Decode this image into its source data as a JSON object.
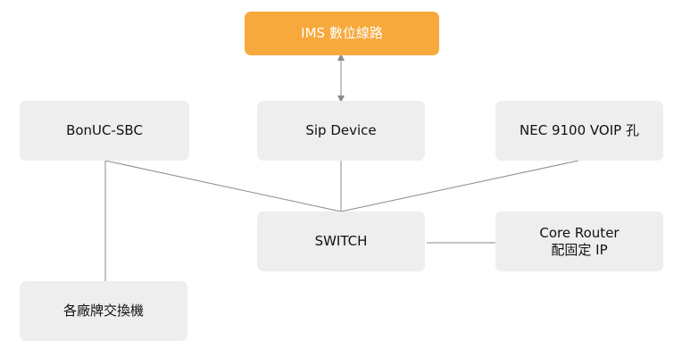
{
  "colors": {
    "node_fill": "#eeeeee",
    "accent_fill": "#f7a93c",
    "accent_text": "#ffffff",
    "text": "#111111",
    "line": "#8a8a8a"
  },
  "nodes": {
    "ims": {
      "label": "IMS 數位線路"
    },
    "bonuc": {
      "label": "BonUC-SBC"
    },
    "sip": {
      "label": "Sip Device"
    },
    "nec": {
      "label": "NEC 9100 VOIP 孔"
    },
    "switch": {
      "label": "SWITCH"
    },
    "core_router": {
      "label_line1": "Core Router",
      "label_line2": "配固定 IP"
    },
    "pbx": {
      "label": "各廠牌交換機"
    }
  }
}
